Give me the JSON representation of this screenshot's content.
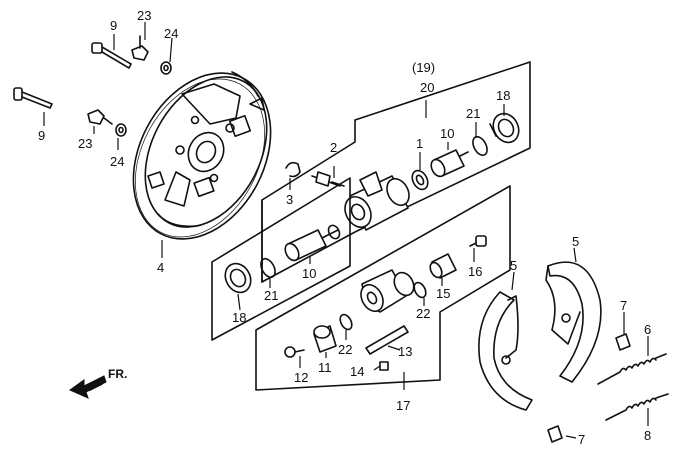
{
  "callouts": {
    "c9_top": "9",
    "c23_top": "23",
    "c24_top": "24",
    "c9_left": "9",
    "c23_left": "23",
    "c24_left": "24",
    "c4": "4",
    "c19": "(19)",
    "c20": "20",
    "c18_top": "18",
    "c21_top": "21",
    "c10_top": "10",
    "c1": "1",
    "c2": "2",
    "c3": "3",
    "c16": "16",
    "c10_mid": "10",
    "c21_mid": "21",
    "c18_mid": "18",
    "c15": "15",
    "c22_right": "22",
    "c22_left": "22",
    "c11": "11",
    "c13": "13",
    "c12": "12",
    "c14": "14",
    "c17": "17",
    "c5_top": "5",
    "c5_mid": "5",
    "c7_top": "7",
    "c6": "6",
    "c7_bottom": "7",
    "c8": "8"
  },
  "direction_arrow": {
    "label": "FR."
  }
}
